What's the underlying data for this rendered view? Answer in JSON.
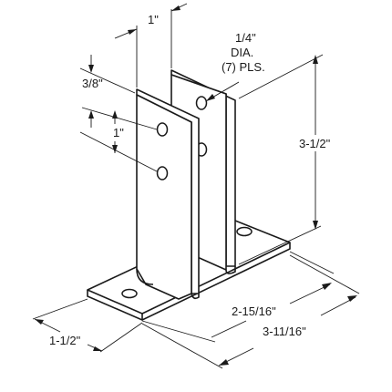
{
  "diagram": {
    "labels": {
      "top_width": "1\"",
      "hole_spec_line1": "1/4\"",
      "hole_spec_line2": "DIA.",
      "hole_spec_line3": "(7) PLS.",
      "edge_offset": "3/8\"",
      "hole_spacing": "1\"",
      "height": "3-1/2\"",
      "inner_length": "2-15/16\"",
      "base_width": "1-1/2\"",
      "overall_length": "3-11/16\""
    },
    "colors": {
      "line": "#1a1a1a",
      "background": "#ffffff"
    }
  }
}
